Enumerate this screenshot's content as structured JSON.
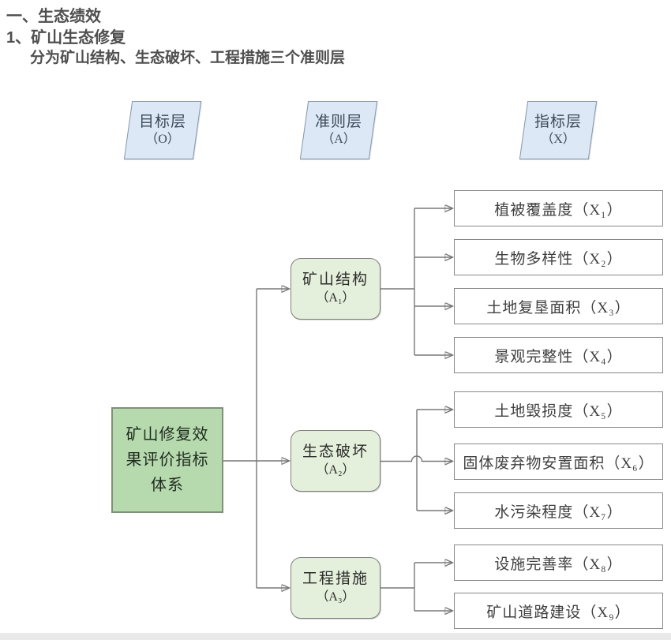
{
  "page": {
    "heading1": "一、生态绩效",
    "heading2": "1、矿山生态修复",
    "heading3": "分为矿山结构、生态破坏、工程措施三个准则层"
  },
  "diagram": {
    "layers": [
      {
        "label": "目标层",
        "code": "（O）"
      },
      {
        "label": "准则层",
        "code": "（A）"
      },
      {
        "label": "指标层",
        "code": "（X）"
      }
    ],
    "goal": {
      "label": "矿山修复效果评价指标体系"
    },
    "criteria": [
      {
        "label": "矿山结构",
        "code": "（A₁）"
      },
      {
        "label": "生态破坏",
        "code": "（A₂）"
      },
      {
        "label": "工程措施",
        "code": "（A₃）"
      }
    ],
    "indicators": [
      "植被覆盖度（X₁）",
      "生物多样性（X₂）",
      "土地复垦面积（X₃）",
      "景观完整性（X₄）",
      "土地毁损度（X₅）",
      "固体废弃物安置面积（X₆）",
      "水污染程度（X₇）",
      "设施完善率（X₈）",
      "矿山道路建设（X₉）"
    ],
    "colors": {
      "layer_fill": "#dce8f5",
      "layer_border": "#8796ab",
      "goal_fill": "#b6daae",
      "criteria_fill": "#e5f0dc",
      "indicator_fill": "#ffffff",
      "box_border": "#7f7f7f",
      "connector": "#787878",
      "arrowhead": "#141414",
      "heading_text": "#4f4f4f"
    }
  }
}
